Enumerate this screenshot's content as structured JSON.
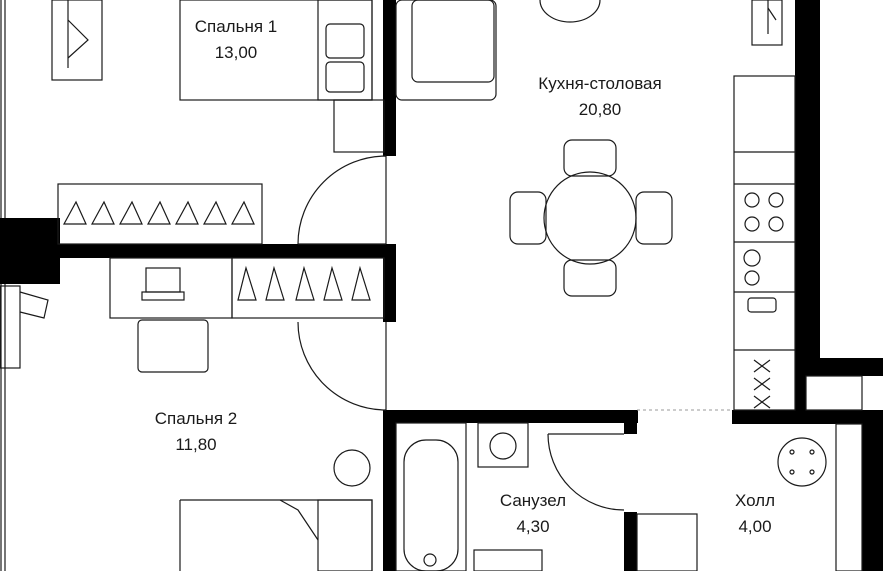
{
  "rooms": [
    {
      "name": "Спальня 1",
      "area": "13,00"
    },
    {
      "name": "Кухня-столовая",
      "area": "20,80"
    },
    {
      "name": "Спальня 2",
      "area": "11,80"
    },
    {
      "name": "Санузел",
      "area": "4,30"
    },
    {
      "name": "Холл",
      "area": "4,00"
    }
  ],
  "colors": {
    "wall": "#000000",
    "furniture": "#1a1a1a",
    "background": "#ffffff"
  }
}
